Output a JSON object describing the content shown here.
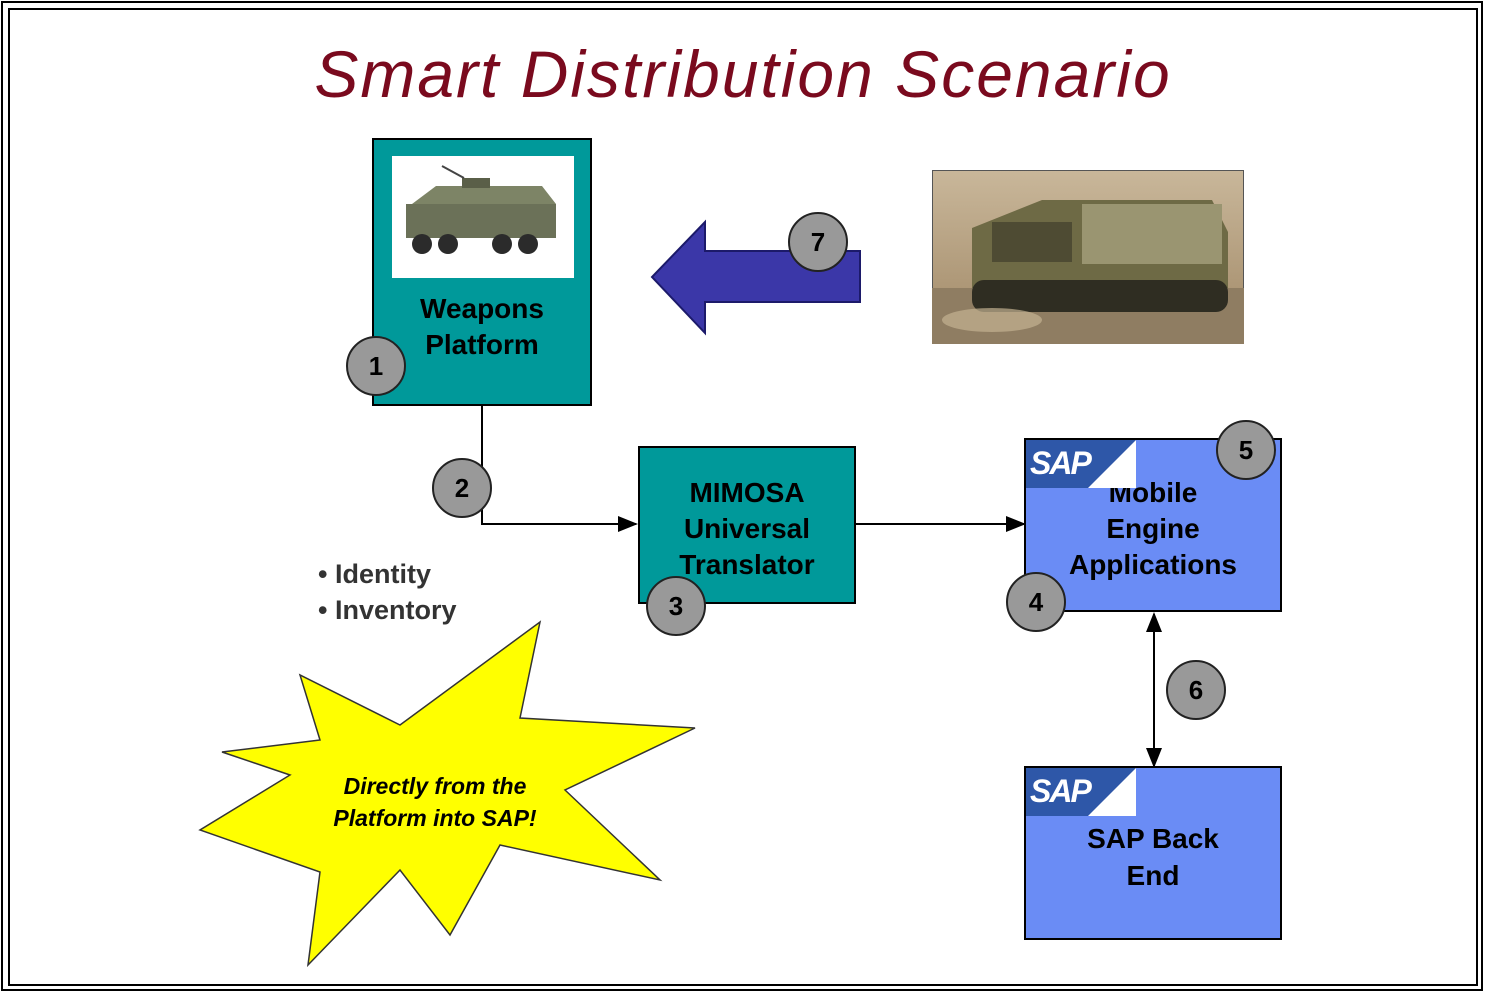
{
  "title": "Smart Distribution Scenario",
  "nodes": {
    "weapons": {
      "line1": "Weapons",
      "line2": "Platform"
    },
    "mimosa": {
      "line1": "MIMOSA",
      "line2": "Universal",
      "line3": "Translator"
    },
    "mobile": {
      "line1": "Mobile",
      "line2": "Engine",
      "line3": "Applications"
    },
    "backend": {
      "line1": "SAP Back",
      "line2": "End"
    }
  },
  "logos": {
    "sap": "SAP"
  },
  "steps": [
    "1",
    "2",
    "3",
    "4",
    "5",
    "6",
    "7"
  ],
  "bullets": [
    "• Identity",
    "• Inventory"
  ],
  "callout": {
    "line1": "Directly from the",
    "line2": "Platform into SAP!"
  },
  "colors": {
    "title": "#7a0a1e",
    "teal": "#00999a",
    "blue_box": "#6a8cf5",
    "arrow": "#3b37a8",
    "star": "#ffff00",
    "badge": "#999999"
  },
  "icons": [
    "armored-vehicle-photo",
    "tracked-vehicle-photo",
    "left-arrow",
    "starburst"
  ]
}
